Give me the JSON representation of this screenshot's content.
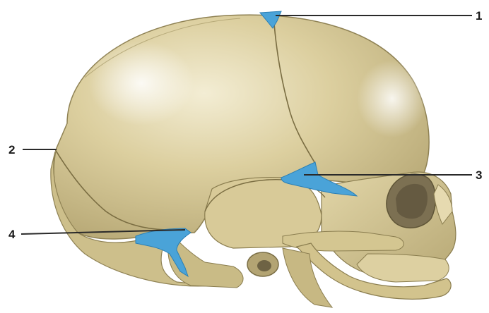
{
  "figure": {
    "labels": [
      {
        "id": "1",
        "text": "1"
      },
      {
        "id": "2",
        "text": "2"
      },
      {
        "id": "3",
        "text": "3"
      },
      {
        "id": "4",
        "text": "4"
      }
    ]
  },
  "colors": {
    "bone": "#d9cc9a",
    "bone_light": "#f1ead0",
    "bone_shadow": "#a89a67",
    "fontanelle": "#4aa3d8",
    "leader": "#2a2a2a"
  }
}
